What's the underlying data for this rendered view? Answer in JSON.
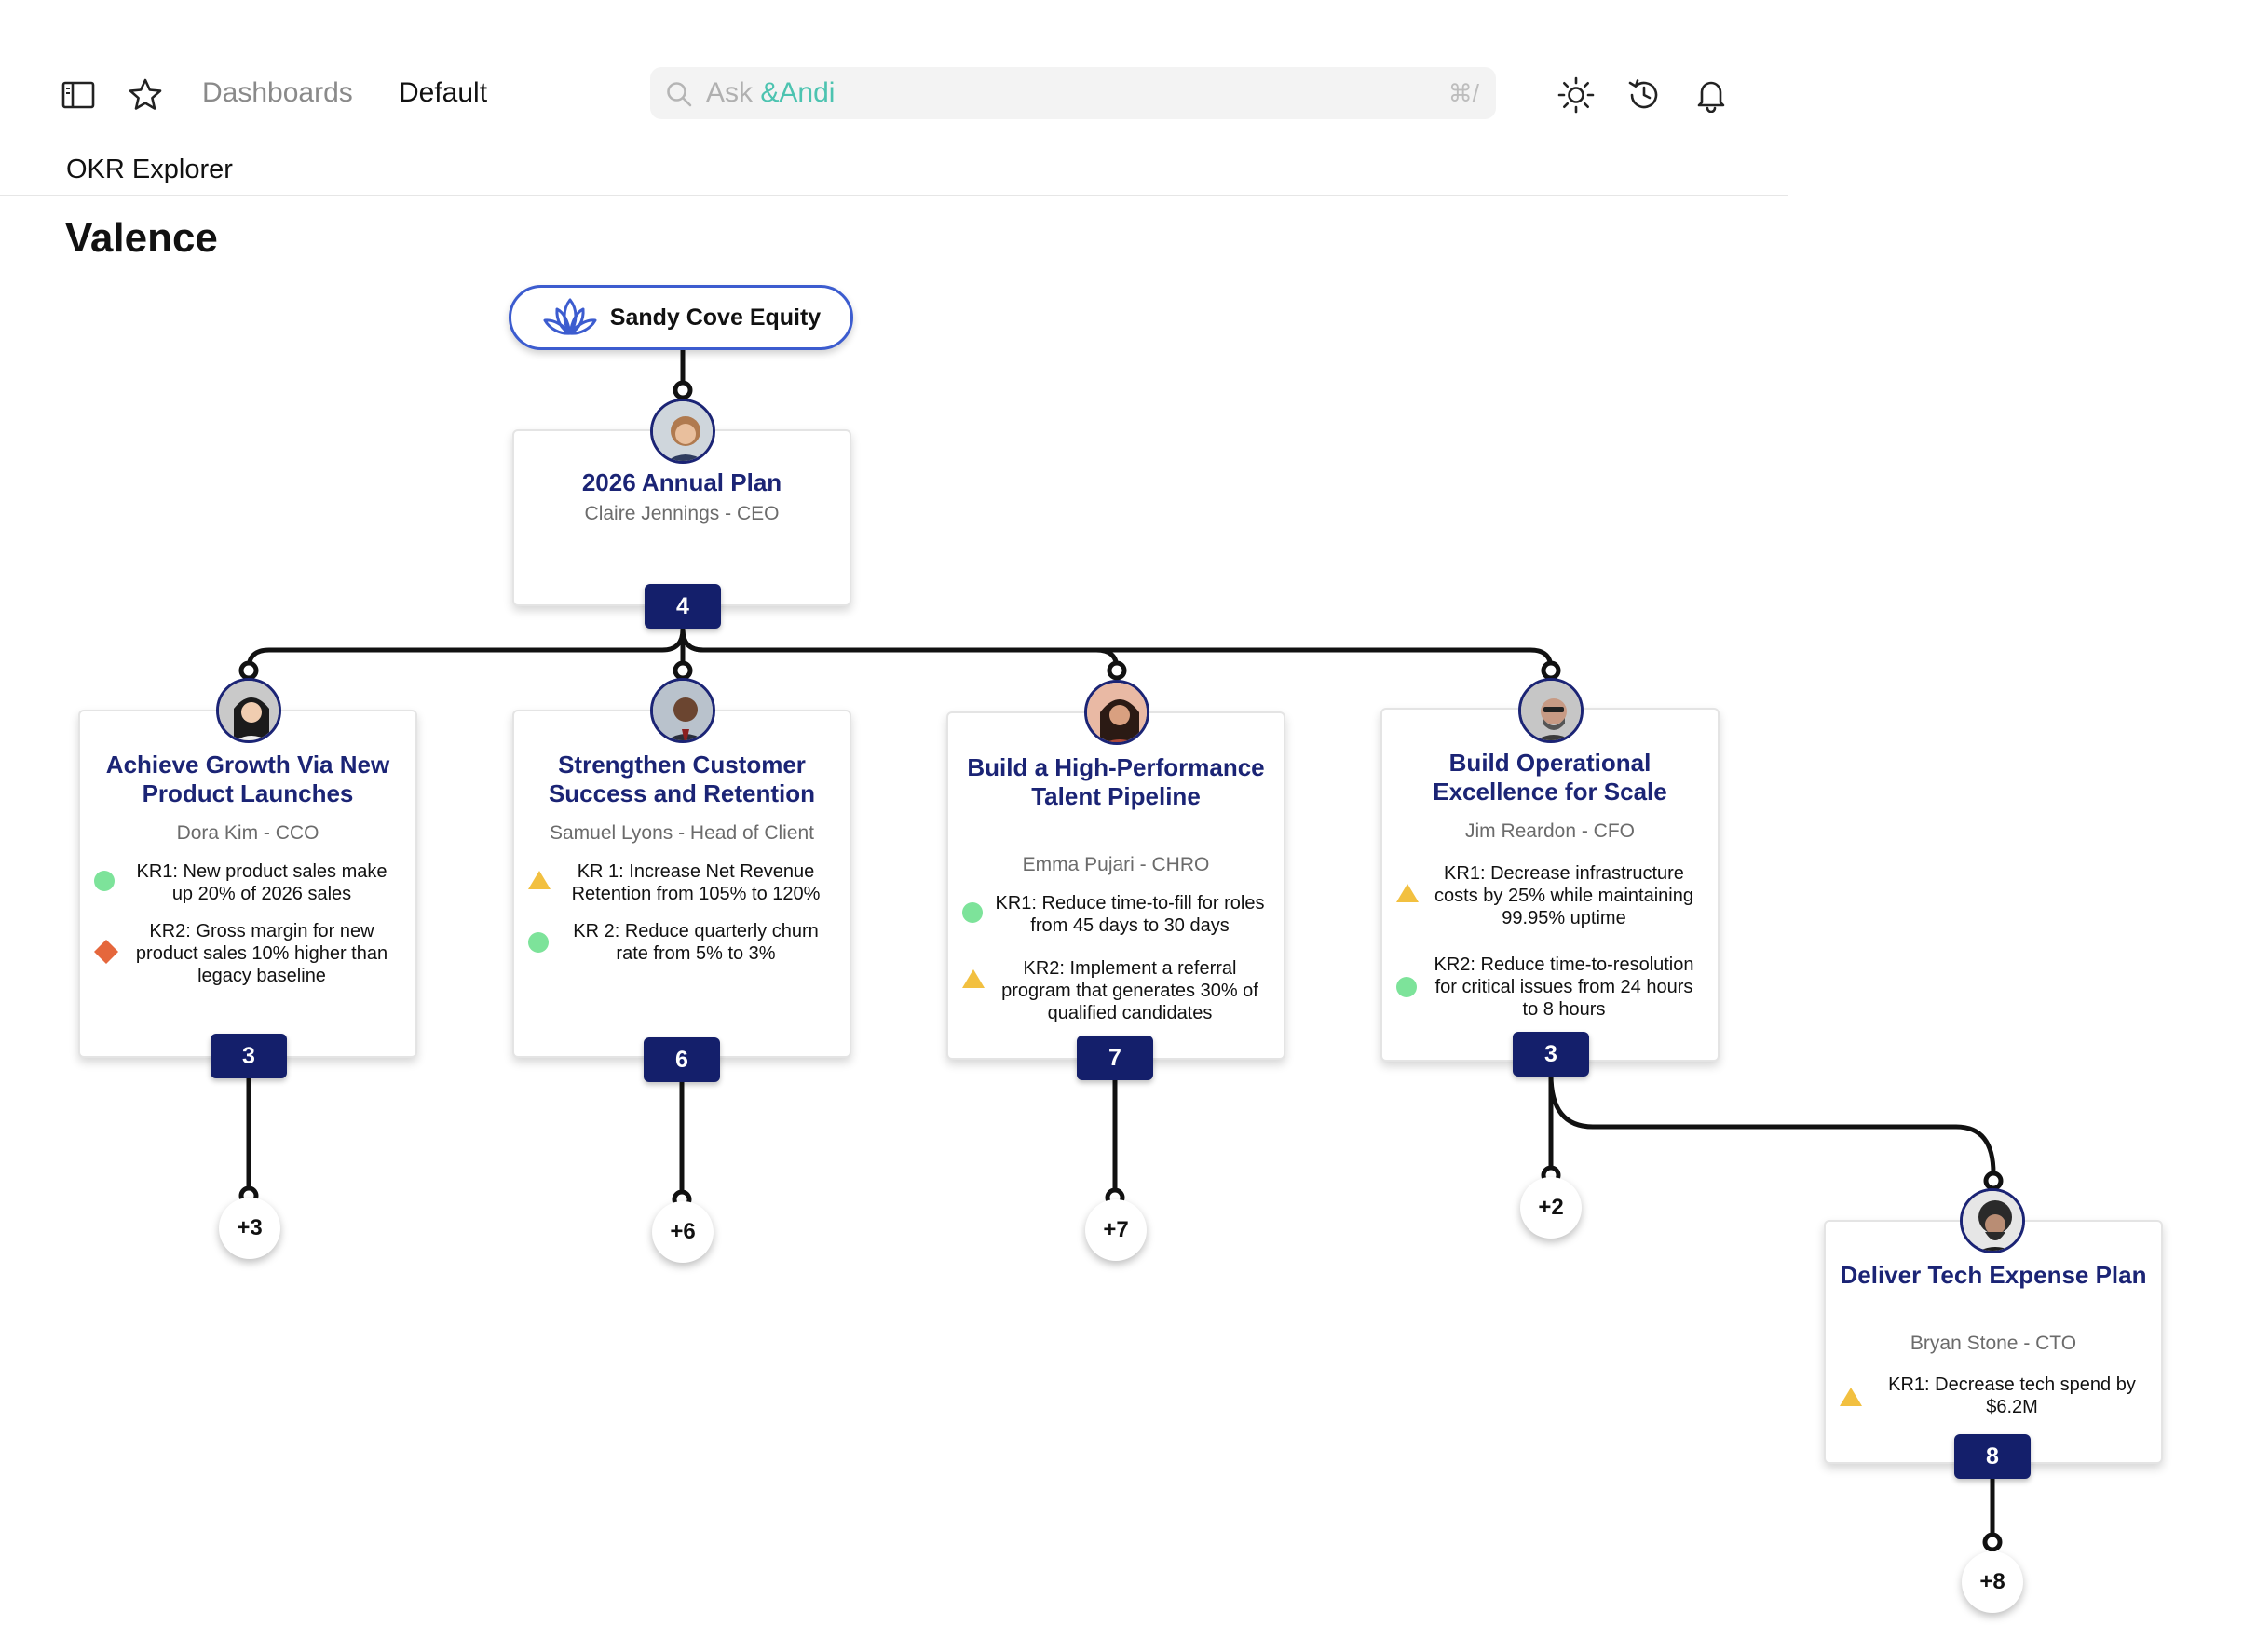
{
  "topbar": {
    "sidebar_icon": "sidebar-panel-icon",
    "favorite_icon": "star-icon",
    "breadcrumb": [
      "Dashboards",
      "Default"
    ],
    "search": {
      "prefix": "Ask",
      "brand": "&Andi",
      "shortcut": "⌘/"
    },
    "right_icons": [
      "sun-icon",
      "history-icon",
      "bell-icon"
    ]
  },
  "page": {
    "subtitle": "OKR Explorer",
    "title": "Valence"
  },
  "tree": {
    "root": {
      "label": "Sandy Cove Equity",
      "icon": "lotus-icon"
    },
    "plan": {
      "title": "2026 Annual Plan",
      "owner": "Claire Jennings - CEO",
      "count": "4"
    },
    "objectives": [
      {
        "title": "Achieve Growth Via New Product Launches",
        "owner": "Dora Kim - CCO",
        "krs": [
          {
            "text": "KR1: New product sales make up 20% of 2026 sales",
            "status": "on-track"
          },
          {
            "text": "KR2: Gross margin for new product sales 10% higher than legacy baseline",
            "status": "off-track"
          }
        ],
        "count": "3",
        "more": "+3"
      },
      {
        "title": "Strengthen Customer Success and Retention",
        "owner": "Samuel Lyons - Head of Client",
        "krs": [
          {
            "text": "KR 1: Increase Net Revenue Retention from 105% to 120%",
            "status": "at-risk"
          },
          {
            "text": "KR 2: Reduce quarterly churn rate from 5% to 3%",
            "status": "on-track"
          }
        ],
        "count": "6",
        "more": "+6"
      },
      {
        "title": "Build a High-Performance Talent Pipeline",
        "owner": "Emma Pujari - CHRO",
        "krs": [
          {
            "text": "KR1: Reduce  time-to-fill for roles from 45 days to 30 days",
            "status": "on-track"
          },
          {
            "text": "KR2: Implement a referral program that generates 30% of qualified candidates",
            "status": "at-risk"
          }
        ],
        "count": "7",
        "more": "+7"
      },
      {
        "title": "Build Operational Excellence for Scale",
        "owner": "Jim Reardon - CFO",
        "krs": [
          {
            "text": "KR1: Decrease infrastructure costs by 25% while maintaining 99.95% uptime",
            "status": "at-risk"
          },
          {
            "text": "KR2: Reduce time-to-resolution for critical issues from 24 hours to 8 hours",
            "status": "on-track"
          }
        ],
        "count": "3",
        "more": "+2"
      }
    ],
    "child": {
      "title": "Deliver Tech Expense Plan",
      "owner": "Bryan Stone - CTO",
      "krs": [
        {
          "text": "KR1: Decrease tech spend by $6.2M",
          "status": "at-risk"
        }
      ],
      "count": "8",
      "more": "+8"
    },
    "status_colors": {
      "on-track": "#7de39a",
      "at-risk": "#f2c040",
      "off-track": "#e5673c"
    }
  }
}
